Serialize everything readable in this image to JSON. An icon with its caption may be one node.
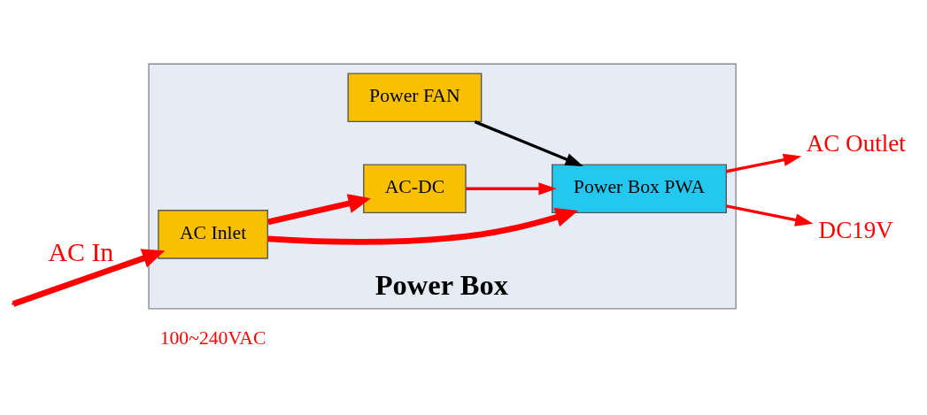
{
  "diagram": {
    "nodes": [
      {
        "text": [
          "Power Box"
        ]
      },
      {
        "text": [
          "Power FAN"
        ],
        "in": 0
      },
      {
        "text": [
          "Power Box PWA"
        ],
        "in": 0
      },
      {
        "text": [
          "AC Inlet"
        ],
        "in": 0
      },
      {
        "text": [
          "AC-DC"
        ],
        "in": 0
      },
      {
        "text": [
          "AC Outlet"
        ]
      },
      {
        "text": [
          "DC19V"
        ]
      }
    ],
    "edges": [
      {
        "from": null,
        "to": 3,
        "arrow": "to",
        "label": "AC In",
        "style": "thick"
      },
      {
        "from": 1,
        "to": 2,
        "arrow": "to",
        "color": "#000000"
      },
      {
        "from": 3,
        "to": 2,
        "arrow": "to",
        "style": "thick"
      },
      {
        "from": 3,
        "to": 4,
        "arrow": "to",
        "style": "thick"
      },
      {
        "from": 4,
        "to": 2,
        "arrow": "to"
      },
      {
        "from": 2,
        "to": 5,
        "arrow": "to"
      },
      {
        "from": 2,
        "to": 6,
        "arrow": "to"
      }
    ],
    "labels": [
      "100~240VAC"
    ]
  }
}
